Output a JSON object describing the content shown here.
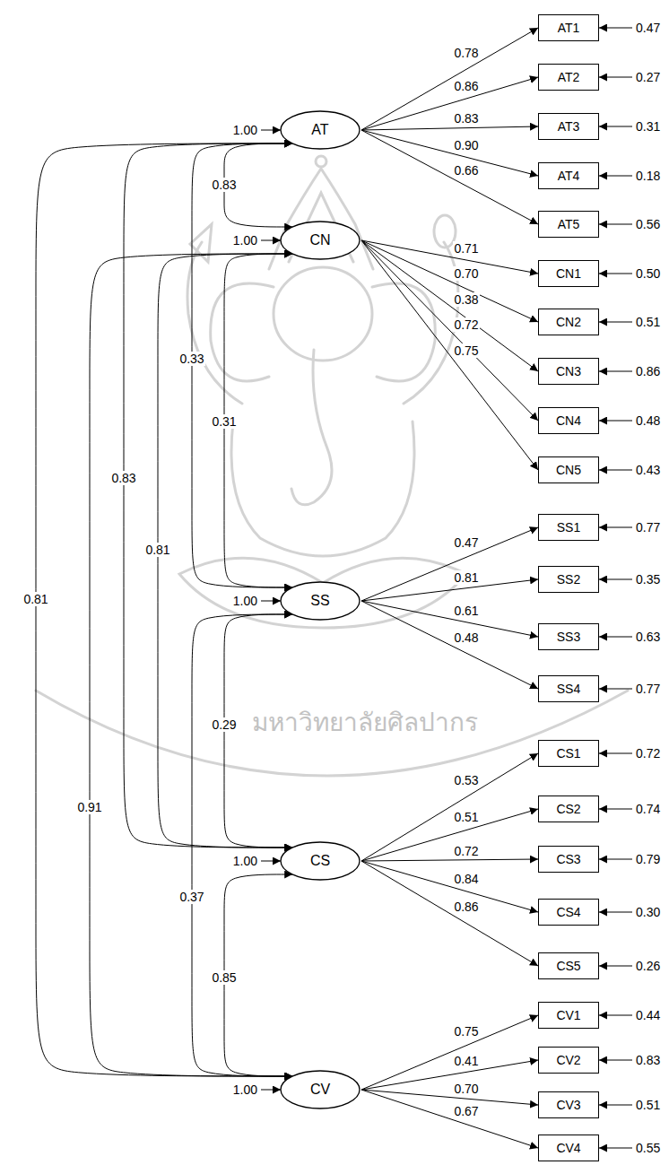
{
  "diagram": {
    "nodes": [
      {
        "text": [
          "AT"
        ]
      },
      {
        "text": [
          "AT1"
        ]
      },
      {
        "text": [
          "AT2"
        ]
      },
      {
        "text": [
          "AT3"
        ]
      },
      {
        "text": [
          "AT4"
        ]
      },
      {
        "text": [
          "AT5"
        ]
      },
      {
        "text": [
          "CN"
        ]
      },
      {
        "text": [
          "CN1"
        ]
      },
      {
        "text": [
          "CN2"
        ]
      },
      {
        "text": [
          "CN3"
        ]
      },
      {
        "text": [
          "CN4"
        ]
      },
      {
        "text": [
          "CN5"
        ]
      },
      {
        "text": [
          "SS"
        ]
      },
      {
        "text": [
          "SS1"
        ]
      },
      {
        "text": [
          "SS2"
        ]
      },
      {
        "text": [
          "SS3"
        ]
      },
      {
        "text": [
          "SS4"
        ]
      },
      {
        "text": [
          "CS"
        ]
      },
      {
        "text": [
          "CS1"
        ]
      },
      {
        "text": [
          "CS2"
        ]
      },
      {
        "text": [
          "CS3"
        ]
      },
      {
        "text": [
          "CS4"
        ]
      },
      {
        "text": [
          "CS5"
        ]
      },
      {
        "text": [
          "CV"
        ]
      },
      {
        "text": [
          "CV1"
        ]
      },
      {
        "text": [
          "CV2"
        ]
      },
      {
        "text": [
          "CV3"
        ]
      },
      {
        "text": [
          "CV4"
        ]
      }
    ],
    "edges": [
      {
        "from": 0,
        "to": 1,
        "label": "0.78",
        "arrow": "to"
      },
      {
        "from": 0,
        "to": 2,
        "label": "0.86",
        "arrow": "to"
      },
      {
        "from": 0,
        "to": 3,
        "label": "0.83",
        "arrow": "to"
      },
      {
        "from": 0,
        "to": 4,
        "label": "0.90",
        "arrow": "to"
      },
      {
        "from": 0,
        "to": 5,
        "label": "0.66",
        "arrow": "to"
      },
      {
        "from": 6,
        "to": 7,
        "label": "0.71",
        "arrow": "to"
      },
      {
        "from": 6,
        "to": 8,
        "label": "0.70",
        "arrow": "to"
      },
      {
        "from": 6,
        "to": 9,
        "label": "0.38",
        "arrow": "to"
      },
      {
        "from": 6,
        "to": 10,
        "label": "0.72",
        "arrow": "to"
      },
      {
        "from": 6,
        "to": 11,
        "label": "0.75",
        "arrow": "to"
      },
      {
        "from": 12,
        "to": 13,
        "label": "0.47",
        "arrow": "to"
      },
      {
        "from": 12,
        "to": 14,
        "label": "0.81",
        "arrow": "to"
      },
      {
        "from": 12,
        "to": 15,
        "label": "0.61",
        "arrow": "to"
      },
      {
        "from": 12,
        "to": 16,
        "label": "0.48",
        "arrow": "to"
      },
      {
        "from": 17,
        "to": 18,
        "label": "0.53",
        "arrow": "to"
      },
      {
        "from": 17,
        "to": 19,
        "label": "0.51",
        "arrow": "to"
      },
      {
        "from": 17,
        "to": 20,
        "label": "0.72",
        "arrow": "to"
      },
      {
        "from": 17,
        "to": 21,
        "label": "0.84",
        "arrow": "to"
      },
      {
        "from": 17,
        "to": 22,
        "label": "0.86",
        "arrow": "to"
      },
      {
        "from": 23,
        "to": 24,
        "label": "0.75",
        "arrow": "to"
      },
      {
        "from": 23,
        "to": 25,
        "label": "0.41",
        "arrow": "to"
      },
      {
        "from": 23,
        "to": 26,
        "label": "0.70",
        "arrow": "to"
      },
      {
        "from": 23,
        "to": 27,
        "label": "0.67",
        "arrow": "to"
      },
      {
        "from": 0,
        "to": 6,
        "label": "0.83",
        "arrow": "both"
      },
      {
        "from": 0,
        "to": 12,
        "label": "0.33",
        "arrow": "both"
      },
      {
        "from": 0,
        "to": 17,
        "label": "0.83",
        "arrow": "both"
      },
      {
        "from": 0,
        "to": 23,
        "label": "0.81",
        "arrow": "both"
      },
      {
        "from": 6,
        "to": 12,
        "label": "0.31",
        "arrow": "both"
      },
      {
        "from": 6,
        "to": 17,
        "label": "0.81",
        "arrow": "both"
      },
      {
        "from": 6,
        "to": 23,
        "label": "0.91",
        "arrow": "both"
      },
      {
        "from": 12,
        "to": 17,
        "label": "0.29",
        "arrow": "both"
      },
      {
        "from": 12,
        "to": 23,
        "label": "0.37",
        "arrow": "both"
      },
      {
        "from": 17,
        "to": 23,
        "label": "0.85",
        "arrow": "both"
      }
    ],
    "labels": [
      "1.00",
      "1.00",
      "1.00",
      "1.00",
      "1.00",
      "0.47",
      "0.27",
      "0.31",
      "0.18",
      "0.56",
      "0.50",
      "0.51",
      "0.86",
      "0.48",
      "0.43",
      "0.77",
      "0.35",
      "0.63",
      "0.77",
      "0.72",
      "0.74",
      "0.79",
      "0.30",
      "0.26",
      "0.44",
      "0.83",
      "0.51",
      "0.55",
      "มหาวิทยาลัยศิลปากร"
    ]
  }
}
